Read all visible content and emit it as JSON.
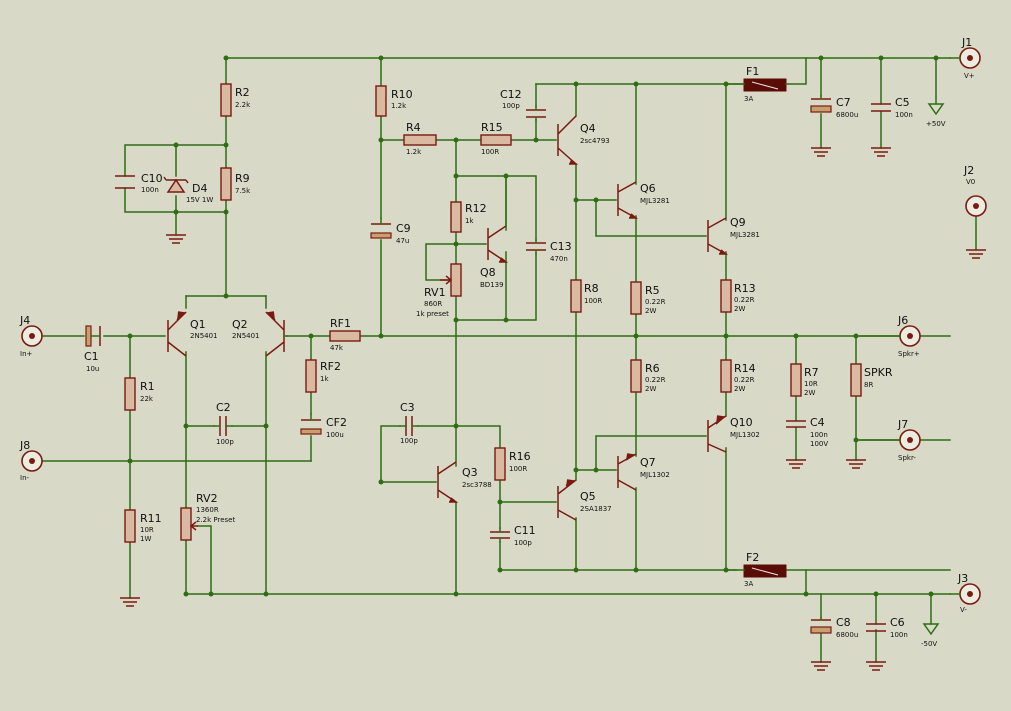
{
  "connectors": [
    {
      "ref": "J1",
      "note": "V+"
    },
    {
      "ref": "J2",
      "note": "V0"
    },
    {
      "ref": "J3",
      "note": "V-"
    },
    {
      "ref": "J4",
      "note": "In+"
    },
    {
      "ref": "J6",
      "note": "Spkr+"
    },
    {
      "ref": "J7",
      "note": "Spkr-"
    },
    {
      "ref": "J8",
      "note": "In-"
    }
  ],
  "resistors": [
    {
      "ref": "R1",
      "value": "22k"
    },
    {
      "ref": "R2",
      "value": "2.2k"
    },
    {
      "ref": "R4",
      "value": "1.2k"
    },
    {
      "ref": "R5",
      "value": "0.22R",
      "extra": "2W"
    },
    {
      "ref": "R6",
      "value": "0.22R",
      "extra": "2W"
    },
    {
      "ref": "R7",
      "value": "10R",
      "extra": "2W"
    },
    {
      "ref": "R8",
      "value": "100R"
    },
    {
      "ref": "R9",
      "value": "7.5k"
    },
    {
      "ref": "R10",
      "value": "1.2k"
    },
    {
      "ref": "R11",
      "value": "10R",
      "extra": "1W"
    },
    {
      "ref": "R12",
      "value": "1k"
    },
    {
      "ref": "R13",
      "value": "0.22R",
      "extra": "2W"
    },
    {
      "ref": "R14",
      "value": "0.22R",
      "extra": "2W"
    },
    {
      "ref": "R15",
      "value": "100R"
    },
    {
      "ref": "R16",
      "value": "100R"
    },
    {
      "ref": "RF1",
      "value": "47k"
    },
    {
      "ref": "RF2",
      "value": "1k"
    },
    {
      "ref": "SPKR",
      "value": "8R"
    }
  ],
  "capacitors": [
    {
      "ref": "C1",
      "value": "10u"
    },
    {
      "ref": "C2",
      "value": "100p"
    },
    {
      "ref": "C3",
      "value": "100p"
    },
    {
      "ref": "C4",
      "value": "100n",
      "extra": "100V"
    },
    {
      "ref": "C5",
      "value": "100n"
    },
    {
      "ref": "C6",
      "value": "100n"
    },
    {
      "ref": "C7",
      "value": "6800u"
    },
    {
      "ref": "C8",
      "value": "6800u"
    },
    {
      "ref": "C9",
      "value": "47u"
    },
    {
      "ref": "C10",
      "value": "100n"
    },
    {
      "ref": "C11",
      "value": "100p"
    },
    {
      "ref": "C12",
      "value": "100p"
    },
    {
      "ref": "C13",
      "value": "470n"
    },
    {
      "ref": "CF2",
      "value": "100u"
    }
  ],
  "transistors": [
    {
      "ref": "Q1",
      "part": "2N5401"
    },
    {
      "ref": "Q2",
      "part": "2N5401"
    },
    {
      "ref": "Q3",
      "part": "2sc3788"
    },
    {
      "ref": "Q4",
      "part": "2sc4793"
    },
    {
      "ref": "Q5",
      "part": "2SA1837"
    },
    {
      "ref": "Q6",
      "part": "MJL3281"
    },
    {
      "ref": "Q7",
      "part": "MJL1302"
    },
    {
      "ref": "Q8",
      "part": "BD139"
    },
    {
      "ref": "Q9",
      "part": "MJL3281"
    },
    {
      "ref": "Q10",
      "part": "MJL1302"
    }
  ],
  "others": [
    {
      "ref": "D4",
      "value": "15V 1W"
    },
    {
      "ref": "RV1",
      "value": "860R",
      "extra": "1k preset"
    },
    {
      "ref": "RV2",
      "value": "1360R",
      "extra": "2.2k Preset"
    },
    {
      "ref": "F1",
      "value": "3A"
    },
    {
      "ref": "F2",
      "value": "3A"
    }
  ],
  "rails": {
    "positive": "+50V",
    "negative": "-50V"
  },
  "colors": {
    "background": "#d9d9c8",
    "wire": "#2e6e12",
    "component": "#7a1a10"
  }
}
